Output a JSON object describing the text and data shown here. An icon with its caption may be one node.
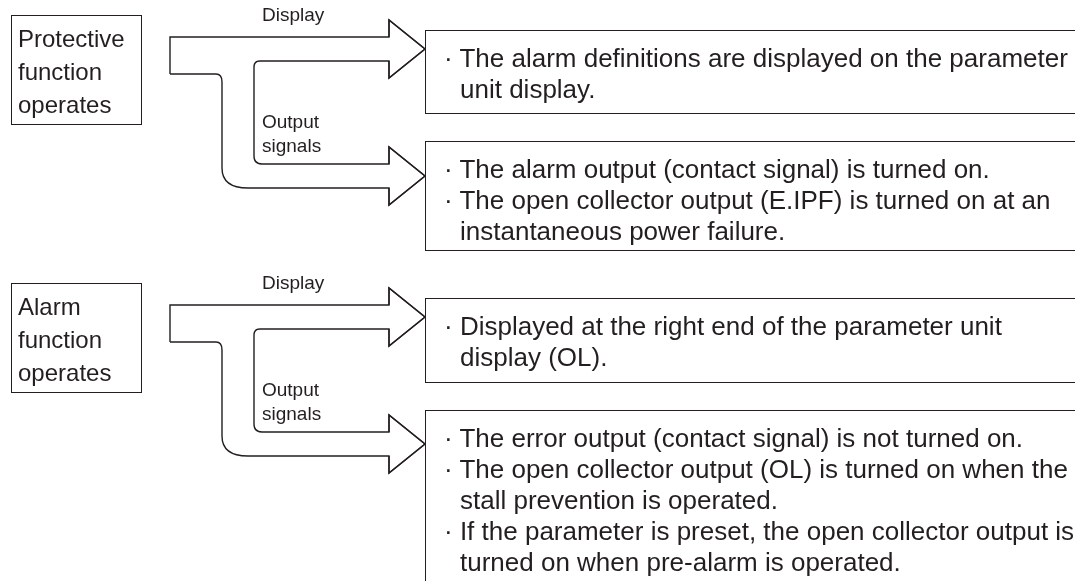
{
  "diagram": {
    "nodes": [
      {
        "text": [
          "Protective function operates"
        ]
      },
      {
        "text": [
          "· The alarm definitions are displayed on the parameter unit display."
        ]
      },
      {
        "text": [
          "· The alarm output (contact signal) is turned on.",
          "· The open collector output (E.IPF) is turned on at an instantaneous power failure."
        ]
      },
      {
        "text": [
          "Alarm function operates"
        ]
      },
      {
        "text": [
          "· Displayed at the right end of the parameter unit display (OL)."
        ]
      },
      {
        "text": [
          "· The error output (contact signal) is not turned on.",
          "· The open collector output (OL) is turned on when the stall prevention is operated.",
          "· If the parameter is preset, the open collector output is turned on when pre-alarm is operated."
        ]
      }
    ],
    "edges": [
      {
        "from": 0,
        "to": 1,
        "arrow": "to",
        "label": "Display"
      },
      {
        "from": 0,
        "to": 2,
        "arrow": "to",
        "label": "Output signals"
      },
      {
        "from": 3,
        "to": 4,
        "arrow": "to",
        "label": "Display"
      },
      {
        "from": 3,
        "to": 5,
        "arrow": "to",
        "label": "Output signals"
      }
    ]
  }
}
